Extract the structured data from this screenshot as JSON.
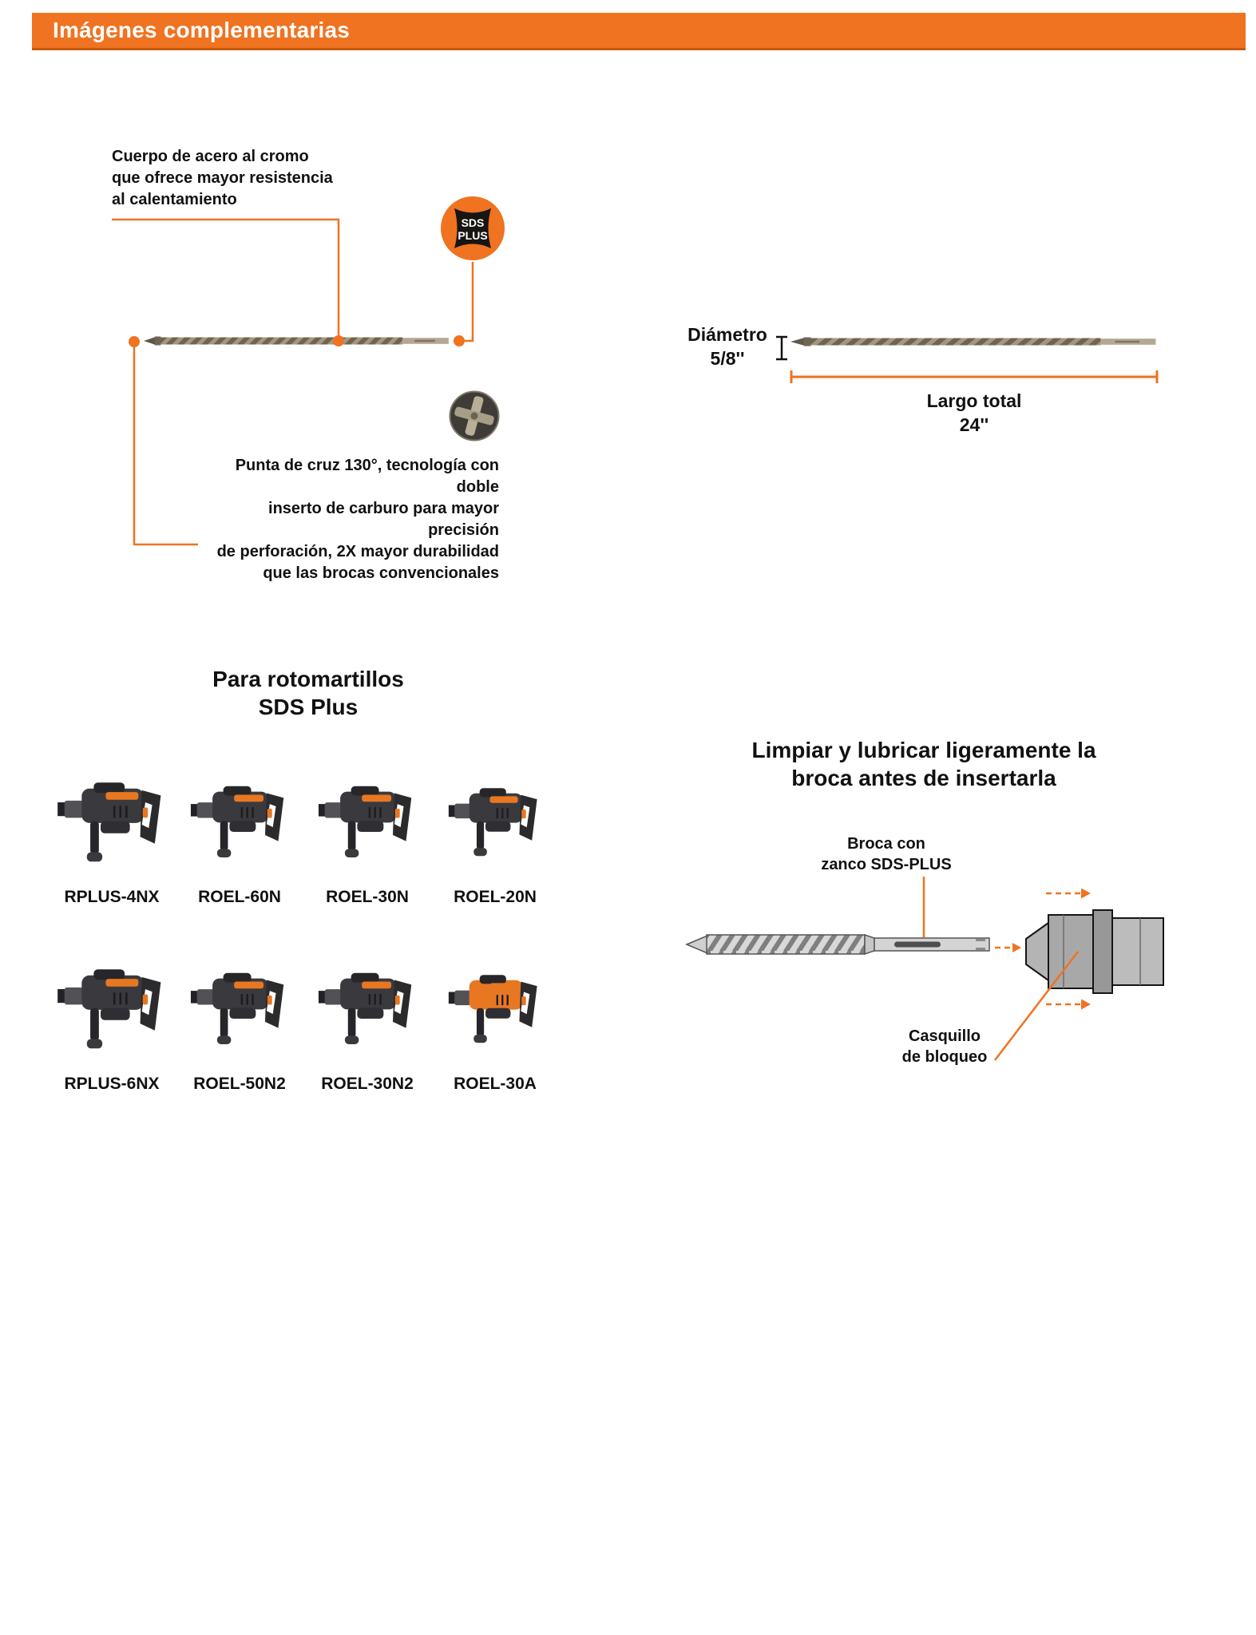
{
  "colors": {
    "accent_orange": "#ef7320",
    "banner_background": "#ef7320",
    "text_dark": "#111111"
  },
  "header": {
    "title": "Imágenes complementarias"
  },
  "bit_features": {
    "body_note": {
      "lines": [
        "Cuerpo de acero al cromo",
        "que ofrece mayor resistencia",
        "al calentamiento"
      ]
    },
    "badge": {
      "line1": "SDS",
      "line2": "PLUS"
    },
    "tip_note": {
      "lines": [
        "Punta de cruz 130°, tecnología con doble",
        "inserto de carburo para mayor precisión",
        "de perforación, 2X mayor durabilidad",
        "que las brocas convencionales"
      ]
    }
  },
  "dimensions": {
    "diameter_label": "Diámetro",
    "diameter_value": "5/8''",
    "length_label": "Largo total",
    "length_value": "24''"
  },
  "compatibility": {
    "heading_lines": [
      "Para rotomartillos",
      "SDS Plus"
    ],
    "models": [
      {
        "label": "RPLUS-4NX"
      },
      {
        "label": "ROEL-60N"
      },
      {
        "label": "ROEL-30N"
      },
      {
        "label": "ROEL-20N"
      },
      {
        "label": "RPLUS-6NX"
      },
      {
        "label": "ROEL-50N2"
      },
      {
        "label": "ROEL-30N2"
      },
      {
        "label": "ROEL-30A"
      }
    ]
  },
  "insertion": {
    "heading_lines": [
      "Limpiar y lubricar ligeramente la",
      "broca antes de insertarla"
    ],
    "shank_label_lines": [
      "Broca con",
      "zanco SDS-PLUS"
    ],
    "sleeve_label_lines": [
      "Casquillo",
      "de bloqueo"
    ]
  }
}
